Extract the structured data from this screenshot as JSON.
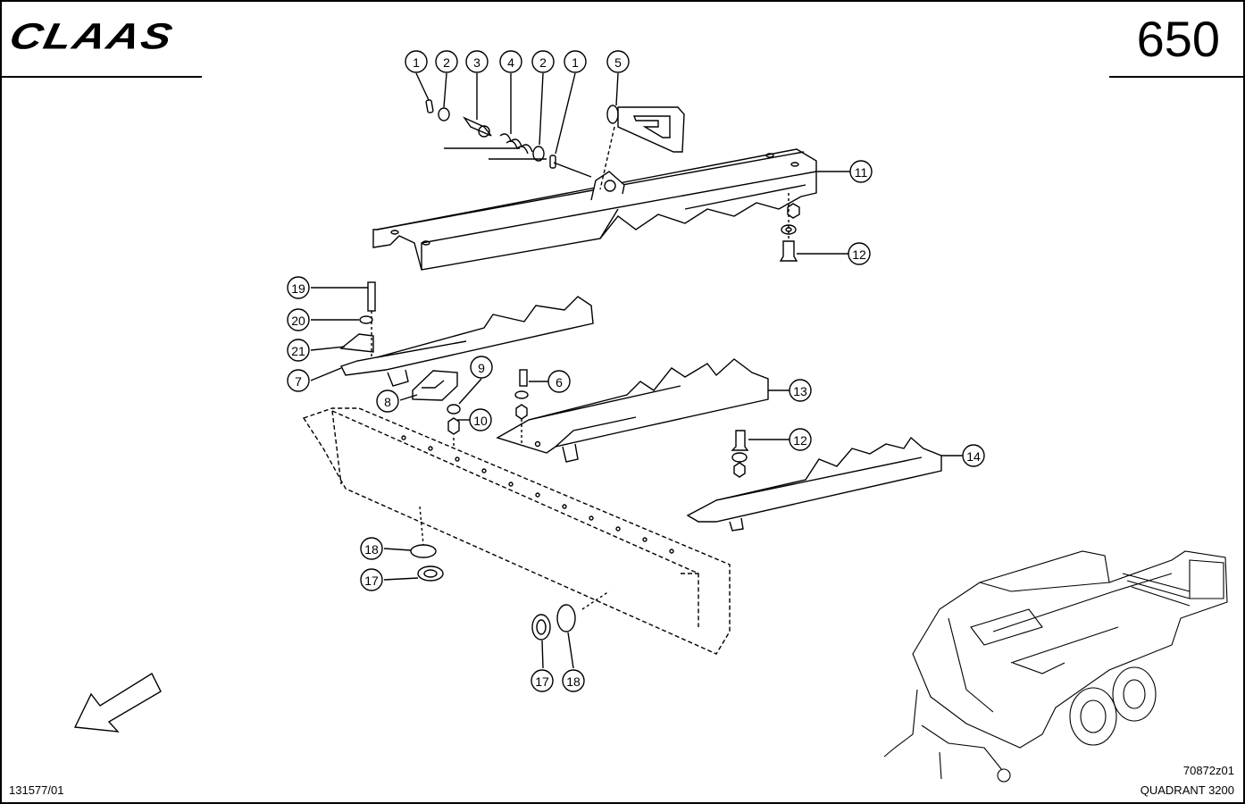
{
  "header": {
    "brand": "CLAAS",
    "page_number": "650"
  },
  "footer": {
    "document_code": "131577/01",
    "drawing_code": "70872z01",
    "model": "QUADRANT 3200"
  },
  "callouts": [
    {
      "id": "c1a",
      "label": "1"
    },
    {
      "id": "c2a",
      "label": "2"
    },
    {
      "id": "c3",
      "label": "3"
    },
    {
      "id": "c4",
      "label": "4"
    },
    {
      "id": "c2b",
      "label": "2"
    },
    {
      "id": "c1b",
      "label": "1"
    },
    {
      "id": "c5",
      "label": "5"
    },
    {
      "id": "c11",
      "label": "11"
    },
    {
      "id": "c12a",
      "label": "12"
    },
    {
      "id": "c19",
      "label": "19"
    },
    {
      "id": "c20",
      "label": "20"
    },
    {
      "id": "c21",
      "label": "21"
    },
    {
      "id": "c7",
      "label": "7"
    },
    {
      "id": "c8",
      "label": "8"
    },
    {
      "id": "c9",
      "label": "9"
    },
    {
      "id": "c10",
      "label": "10"
    },
    {
      "id": "c6",
      "label": "6"
    },
    {
      "id": "c13",
      "label": "13"
    },
    {
      "id": "c12b",
      "label": "12"
    },
    {
      "id": "c14",
      "label": "14"
    },
    {
      "id": "c18a",
      "label": "18"
    },
    {
      "id": "c17a",
      "label": "17"
    },
    {
      "id": "c17b",
      "label": "17"
    },
    {
      "id": "c18b",
      "label": "18"
    }
  ]
}
